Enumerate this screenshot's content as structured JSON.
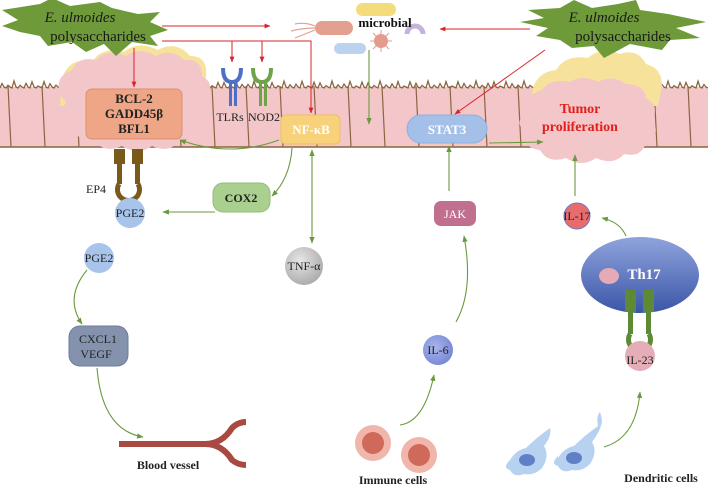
{
  "title": "E. ulmoides polysaccharides mechanism in colorectal tumor microenvironment",
  "colors": {
    "inhibit_arrow": "#d9232a",
    "promote_arrow": "#6a9a3e",
    "starburst": "#6e9a3a",
    "epithelium": "#f3c6c9",
    "epithelium_border": "#8b6440",
    "mucus": "#f6e29a",
    "tumor_text": "#e0201c",
    "nfkb": "#f7d27a",
    "stat3": "#a4c0e8",
    "cox2": "#a9d08e",
    "jak": "#c06f8f",
    "bcl_box": "#eea687",
    "pge2": "#a9c4ea",
    "tnf": "#c8c8c8",
    "il6": "#8e9ee0",
    "il17": "#e86c6c",
    "th17": "#4c67b8",
    "receptor_green": "#5f8a35",
    "ep4": "#7a5a1a",
    "cxcl1_box": "#8592ad",
    "vessel": "#a84a42",
    "immune_cell": "#e8a59a",
    "dendritic": "#a9c8ec"
  },
  "drug_left": {
    "line1": "E. ulmoides",
    "line2": "polysaccharides"
  },
  "drug_right": {
    "line1": "E. ulmoides",
    "line2": "polysaccharides"
  },
  "microbial": {
    "label": "microbial"
  },
  "receptors": {
    "tlrs": "TLRs",
    "nod2": "NOD2"
  },
  "apoptosis_box": {
    "line1": "BCL-2",
    "line2": "GADD45β",
    "line3": "BFL1"
  },
  "nfkb": {
    "label": "NF-κB"
  },
  "stat3": {
    "label": "STAT3"
  },
  "tumor": {
    "line1": "Tumor",
    "line2": "proliferation"
  },
  "ep4": {
    "label": "EP4"
  },
  "pge2_bound": {
    "label": "PGE2"
  },
  "cox2": {
    "label": "COX2"
  },
  "tnf": {
    "label": "TNF-α"
  },
  "pge2_free": {
    "label": "PGE2"
  },
  "cxcl1": {
    "line1": "CXCL1",
    "line2": "VEGF"
  },
  "blood_vessel": {
    "label": "Blood vessel"
  },
  "jak": {
    "label": "JAK"
  },
  "il6": {
    "label": "IL-6"
  },
  "immune_cells": {
    "label": "Immune cells"
  },
  "il17": {
    "label": "IL-17"
  },
  "th17": {
    "label": "Th17"
  },
  "il23": {
    "label": "IL-23"
  },
  "dendritic_cells": {
    "label": "Dendritic cells"
  }
}
